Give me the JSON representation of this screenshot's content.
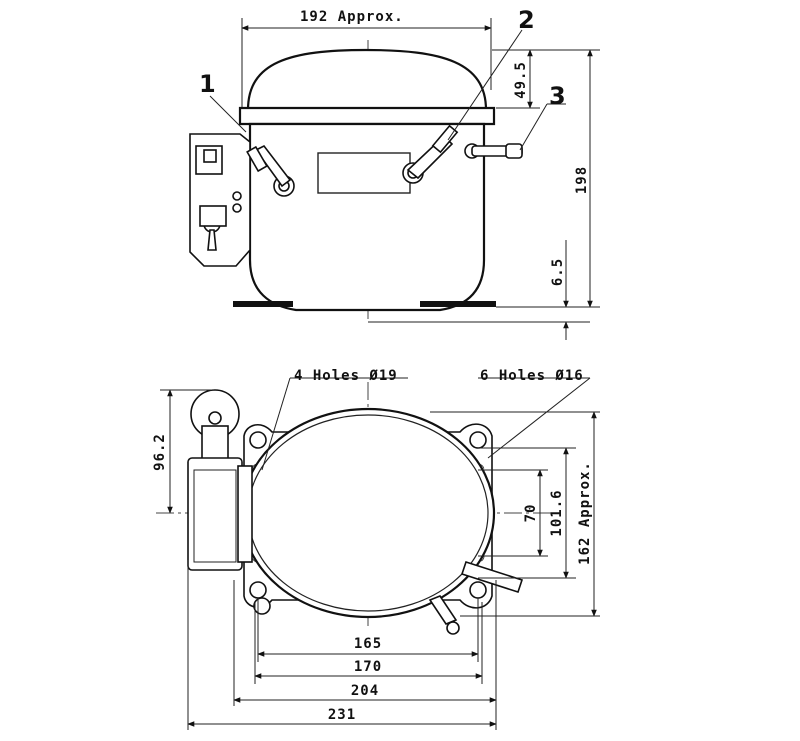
{
  "dimensions": {
    "top_width": "192  Approx.",
    "callout_1": "1",
    "callout_2": "2",
    "callout_3": "3",
    "height_198": "198",
    "dim_49_5": "49.5",
    "dim_6_5": "6.5",
    "holes_4": "4 Holes Ø19",
    "holes_6": "6 Holes Ø16",
    "dim_96_2": "96.2",
    "dim_70": "70",
    "dim_101_6": "101.6",
    "dim_162": "162  Approx.",
    "dim_165": "165",
    "dim_170": "170",
    "dim_204": "204",
    "dim_231": "231"
  }
}
